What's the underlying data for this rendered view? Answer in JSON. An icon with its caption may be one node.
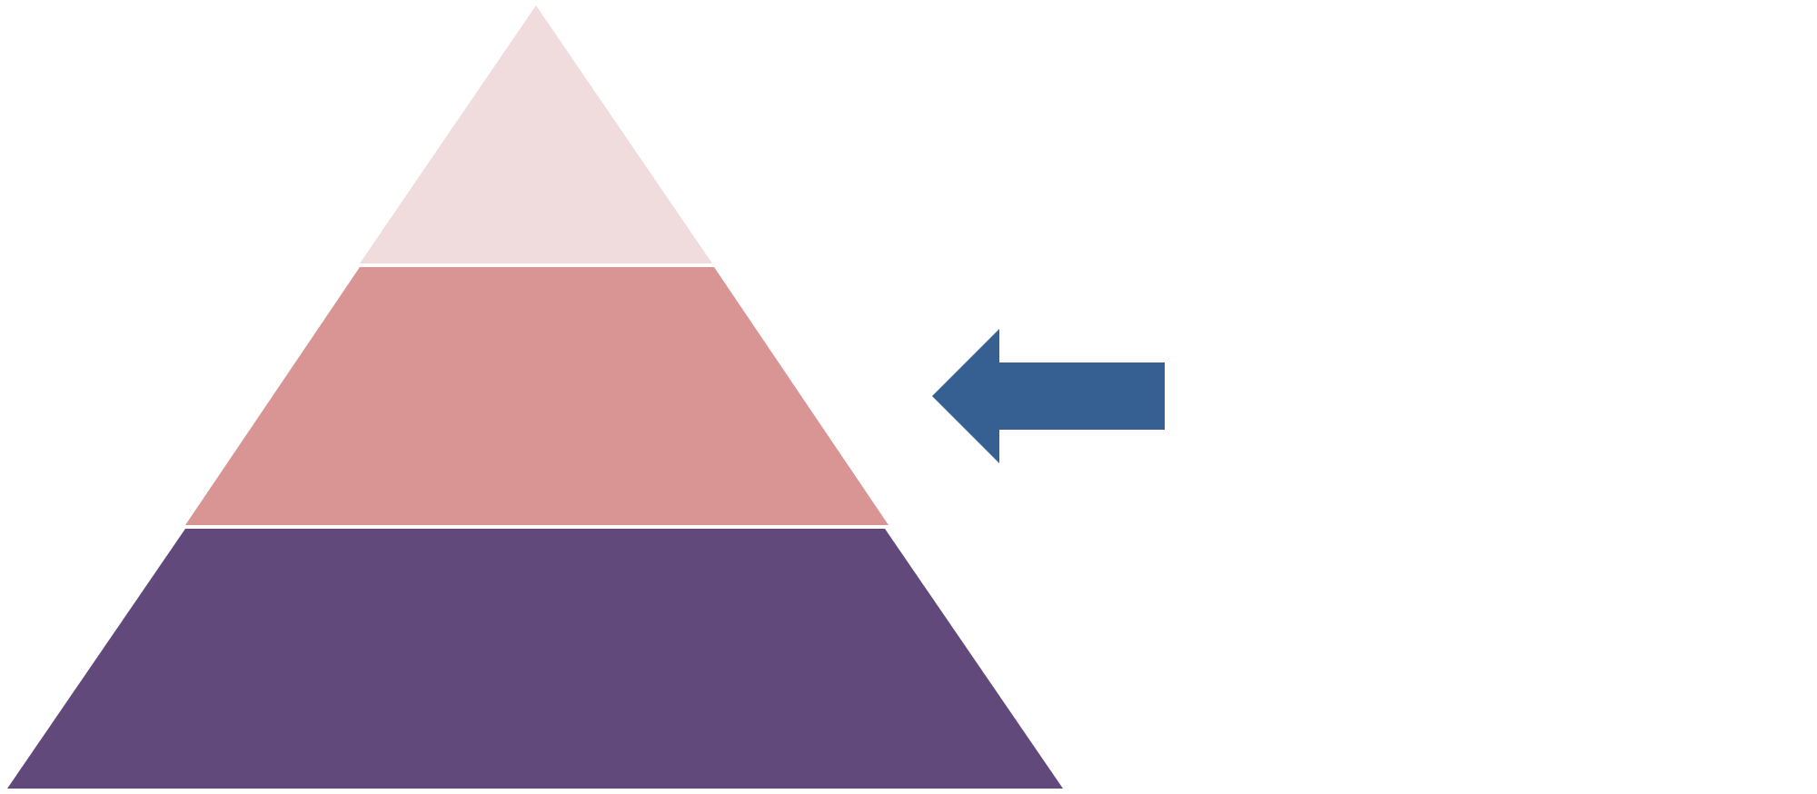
{
  "diagram": {
    "nodes": [
      {
        "text": [],
        "shape": "triangle"
      },
      {
        "text": [],
        "shape": "trapezoid"
      },
      {
        "text": [],
        "shape": "trapezoid"
      }
    ],
    "edges": [
      {
        "from": null,
        "to": 1,
        "arrow": "to"
      }
    ]
  }
}
